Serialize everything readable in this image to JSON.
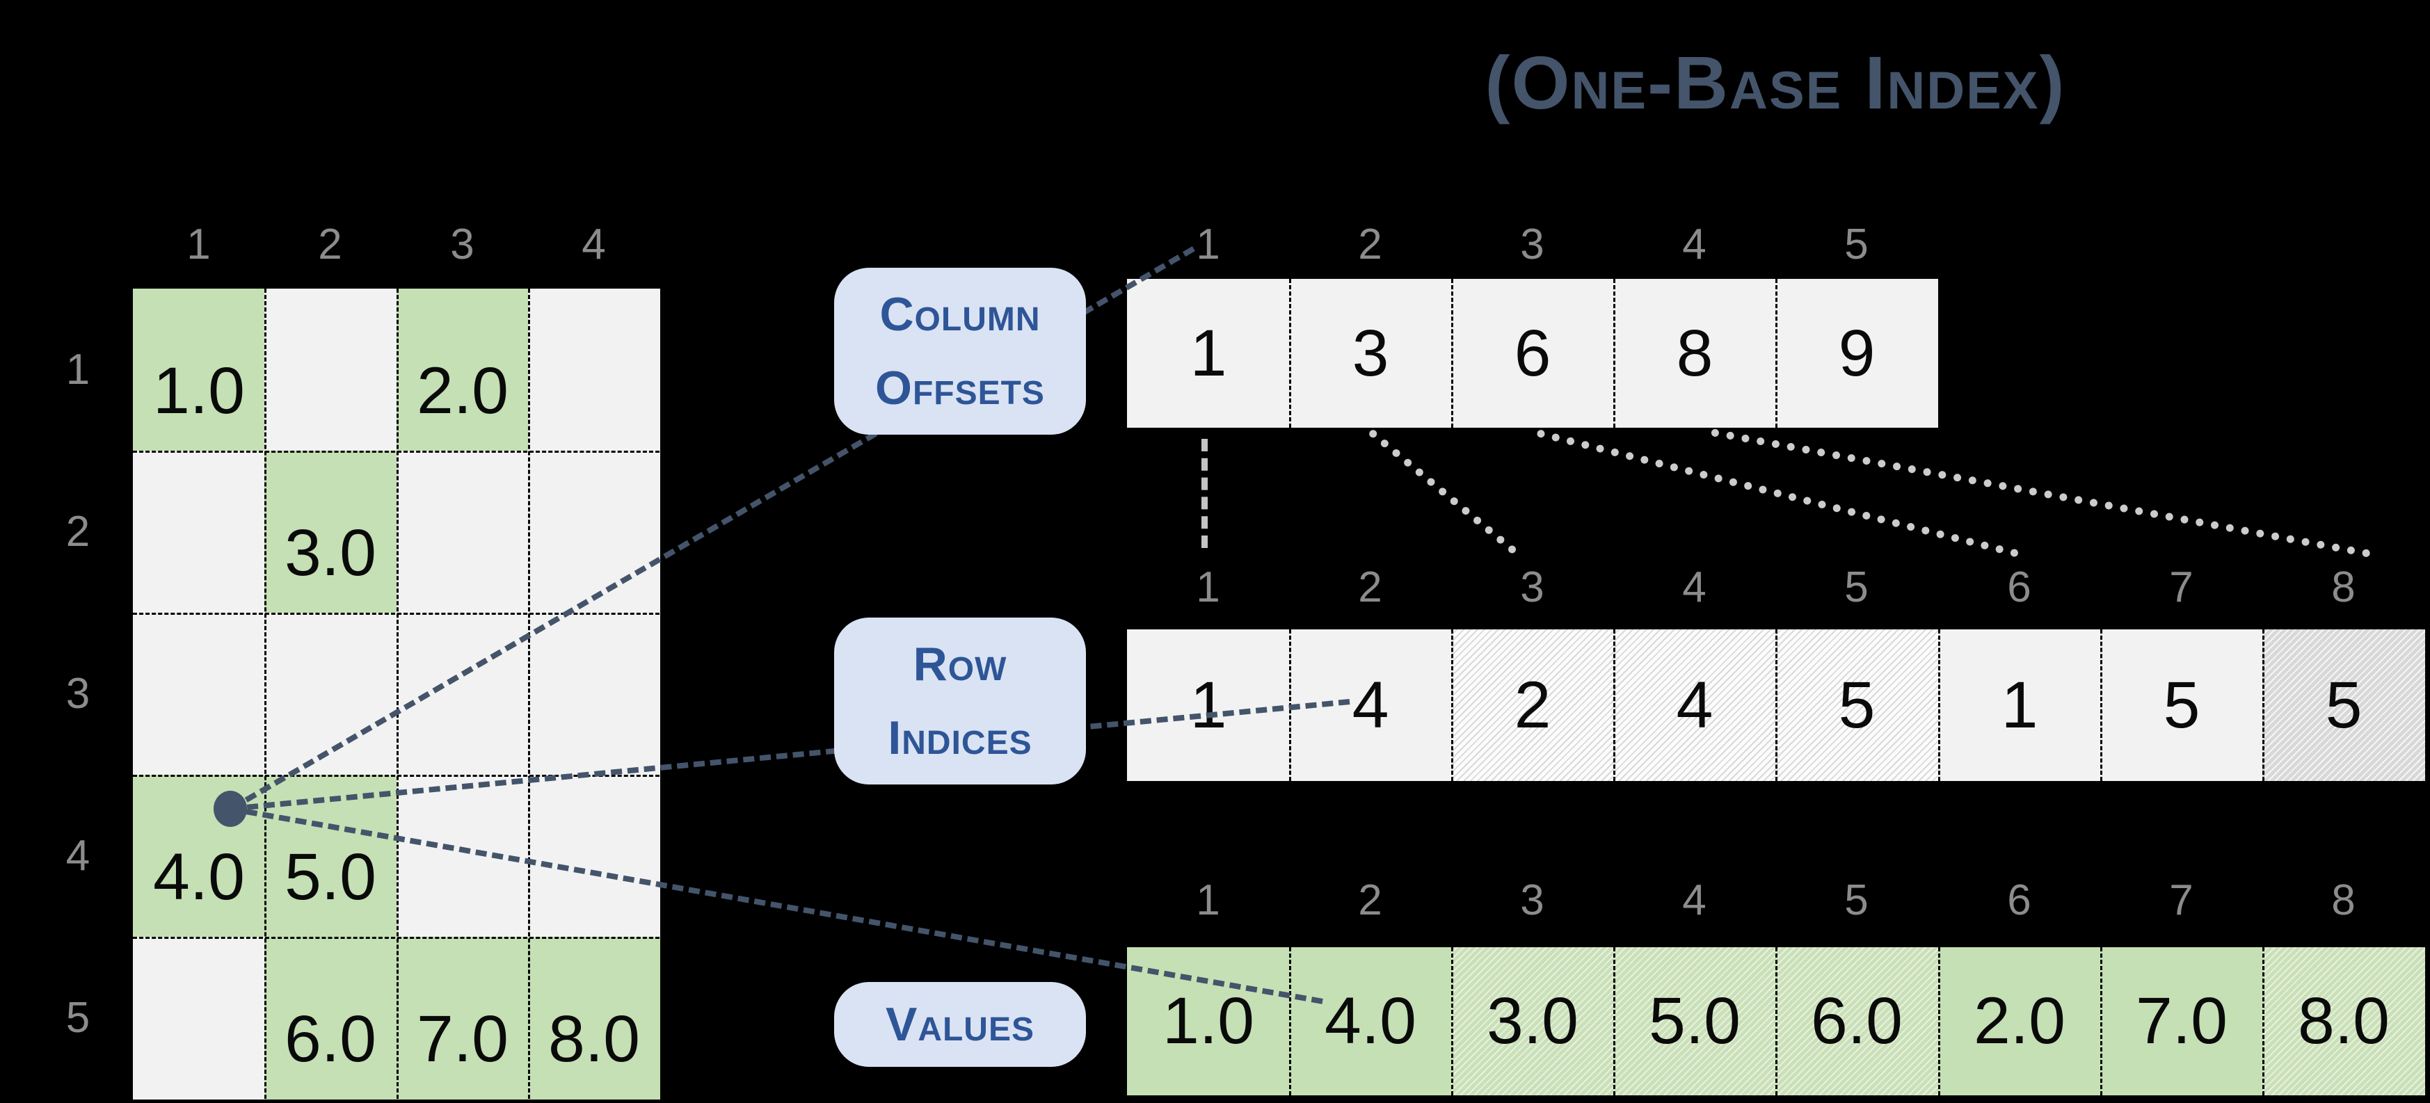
{
  "title": "(One-Base Index)",
  "matrix": {
    "col_headers": [
      "1",
      "2",
      "3",
      "4"
    ],
    "row_headers": [
      "1",
      "2",
      "3",
      "4",
      "5"
    ],
    "rows": [
      [
        "1.0",
        "",
        "2.0",
        ""
      ],
      [
        "",
        "3.0",
        "",
        ""
      ],
      [
        "",
        "",
        "",
        ""
      ],
      [
        "4.0",
        "5.0",
        "",
        ""
      ],
      [
        "",
        "6.0",
        "7.0",
        "8.0"
      ]
    ]
  },
  "labels": {
    "column_offsets": {
      "line1": "Column",
      "line2": "Offsets"
    },
    "row_indices": {
      "line1": "Row",
      "line2": "Indices"
    },
    "values": {
      "line1": "Values"
    }
  },
  "arrays": {
    "column_offsets": {
      "indices": [
        "1",
        "2",
        "3",
        "4",
        "5"
      ],
      "values": [
        "1",
        "3",
        "6",
        "8",
        "9"
      ],
      "styles": [
        "gray",
        "gray",
        "gray",
        "gray",
        "gray"
      ]
    },
    "row_indices": {
      "indices": [
        "1",
        "2",
        "3",
        "4",
        "5",
        "6",
        "7",
        "8"
      ],
      "values": [
        "1",
        "4",
        "2",
        "4",
        "5",
        "1",
        "5",
        "5"
      ],
      "styles": [
        "gray",
        "gray",
        "hatch-light",
        "hatch-light",
        "hatch-light",
        "gray",
        "gray",
        "hatch-dark"
      ]
    },
    "values": {
      "indices": [
        "1",
        "2",
        "3",
        "4",
        "5",
        "6",
        "7",
        "8"
      ],
      "values": [
        "1.0",
        "4.0",
        "3.0",
        "5.0",
        "6.0",
        "2.0",
        "7.0",
        "8.0"
      ],
      "styles": [
        "green",
        "green",
        "hatch-green",
        "hatch-green",
        "hatch-green",
        "green",
        "green",
        "hatch-green"
      ]
    }
  },
  "colors": {
    "background": "#000000",
    "slate": "#44546A",
    "box_fill": "#DAE3F3",
    "box_text": "#2E5597",
    "green_cell": "#C5E0B4",
    "gray_cell": "#F2F2F2",
    "header_gray": "#8C8C8C"
  }
}
